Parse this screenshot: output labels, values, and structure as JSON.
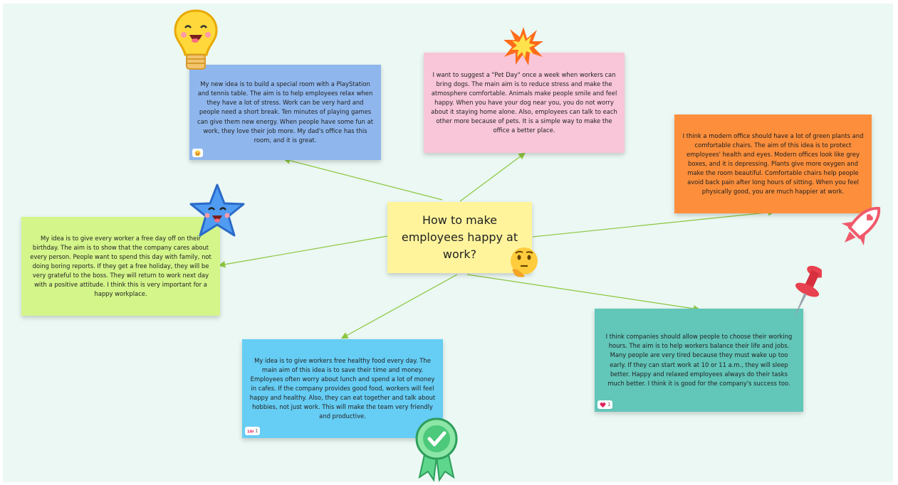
{
  "board": {
    "central": {
      "text": "How to make employees happy at work?",
      "color": "#fff49c"
    },
    "notes": [
      {
        "id": "playstation",
        "color": "#8fb7ee",
        "text": "My new idea is to build a special room with a PlayStation and tennis table. The aim is to help employees relax when they have a lot of stress. Work can be very hard and people need a short break. Ten minutes of playing games can give them new energy. When people have some fun at work, they love their job more. My dad's office has this room, and it is great.",
        "reaction": {
          "icon": "star-struck-emoji",
          "count": ""
        }
      },
      {
        "id": "pet-day",
        "color": "#f8c6d8",
        "text": "I want to suggest a \"Pet Day\" once a week when workers can bring dogs. The main aim is to reduce stress and make the atmosphere comfortable. Animals make people smile and feel happy. When you have your dog near you, you do not worry about it staying home alone. Also, employees can talk to each other more because of pets. It is a simple way to make the office a better place."
      },
      {
        "id": "green-plants",
        "color": "#fd8f3c",
        "text": "I think a modern office should have a lot of green plants and comfortable chairs. The aim of this idea is to protect employees' health and eyes. Modern offices look like grey boxes, and it is depressing. Plants give more oxygen and make the room beautiful. Comfortable chairs help people avoid back pain after long hours of sitting. When you feel physically good, you are much happier at work."
      },
      {
        "id": "free-day",
        "color": "#d4f58a",
        "text": "My idea is to give every worker a free day off on their birthday. The aim is to show that the company cares about every person. People want to spend this day with family, not doing boring reports. If they get a free holiday, they will be very grateful to the boss. They will return to work next day with a positive attitude. I think this is very important for a happy workplace."
      },
      {
        "id": "healthy-food",
        "color": "#66cdf4",
        "text": "My idea is to give workers free healthy food every day. The main aim of this idea is to save their time and money. Employees often worry about lunch and spend a lot of money in cafes. If the company provides good food, workers will feel happy and healthy. Also, they can eat together and talk about hobbies, not just work. This will make the team very friendly and productive.",
        "reaction": {
          "icon": "hundred-points-emoji",
          "count": "1"
        }
      },
      {
        "id": "working-hours",
        "color": "#62c6b9",
        "text": "I think companies should allow people to choose their working hours. The aim is to help workers balance their life and jobs. Many people are very tired because they must wake up too early. If they can start work at 10 or 11 a.m., they will sleep better. Happy and relaxed employees always do their tasks much better. I think it is good for the company's success too.",
        "reaction": {
          "icon": "heart-emoji",
          "count": "1"
        }
      }
    ],
    "line_color": "#8cc63f"
  }
}
